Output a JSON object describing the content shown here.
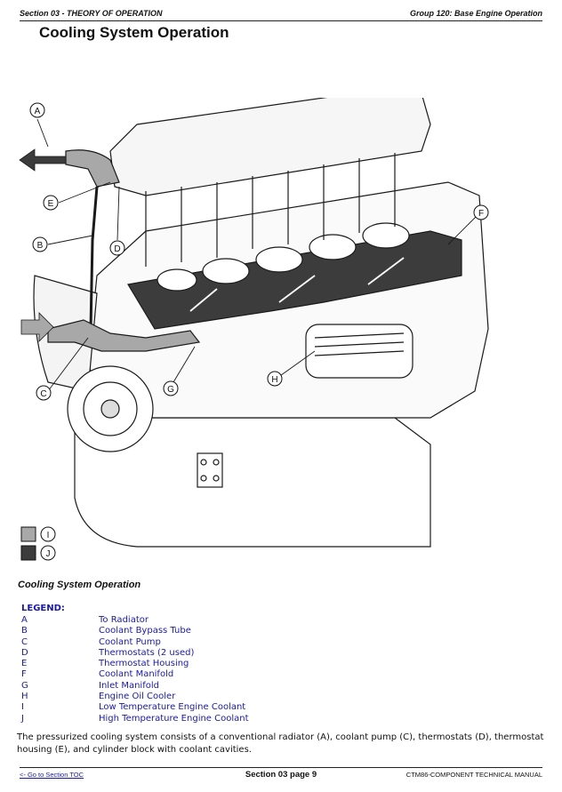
{
  "header": {
    "left": "Section 03 - THEORY OF OPERATION",
    "right": "Group 120: Base Engine Operation"
  },
  "page_title": "Cooling System Operation",
  "figure": {
    "callouts": [
      "A",
      "B",
      "C",
      "D",
      "E",
      "F",
      "G",
      "H"
    ],
    "key": [
      {
        "letter": "I",
        "color": "#a8a8a8"
      },
      {
        "letter": "J",
        "color": "#3c3c3c"
      }
    ]
  },
  "caption": "Cooling System Operation",
  "legend": {
    "title": "LEGEND:",
    "items": [
      {
        "key": "A",
        "label": "To Radiator"
      },
      {
        "key": "B",
        "label": "Coolant Bypass Tube"
      },
      {
        "key": "C",
        "label": "Coolant Pump"
      },
      {
        "key": "D",
        "label": "Thermostats (2 used)"
      },
      {
        "key": "E",
        "label": "Thermostat Housing"
      },
      {
        "key": "F",
        "label": "Coolant Manifold"
      },
      {
        "key": "G",
        "label": "Inlet Manifold"
      },
      {
        "key": "H",
        "label": "Engine Oil Cooler"
      },
      {
        "key": "I",
        "label": "Low Temperature Engine Coolant"
      },
      {
        "key": "J",
        "label": "High Temperature Engine Coolant"
      }
    ]
  },
  "paragraph": "The pressurized cooling system consists of a conventional radiator (A), coolant pump (C), thermostats (D), thermostat housing (E), and cylinder block with coolant cavities.",
  "footer": {
    "toc_link": "<- Go to Section TOC",
    "page": "Section 03 page 9",
    "manual": "CTM86-COMPONENT TECHNICAL MANUAL"
  }
}
